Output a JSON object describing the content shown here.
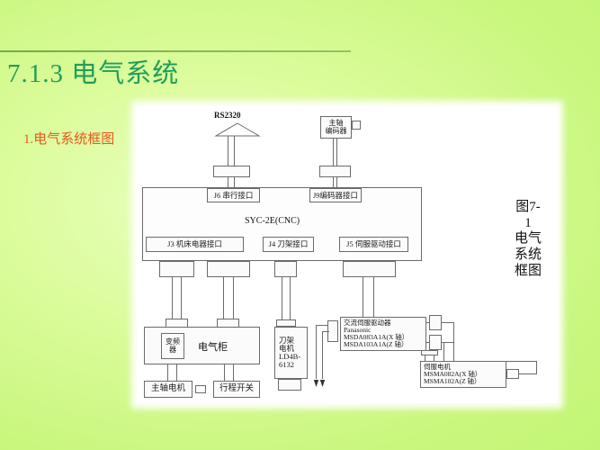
{
  "slide": {
    "title": "7.1.3 电气系统",
    "subtitle": "1.电气系统框图",
    "title_color": "#1f9e5a",
    "subtitle_color": "#e8581c",
    "background_color": "#c9f77f",
    "panel_color": "#ffffff"
  },
  "caption": {
    "line1": "图7-1",
    "line2": "电气",
    "line3": "系统",
    "line4": "框图"
  },
  "diagram": {
    "rs232_label": "RS2320",
    "encoder_box": "主轴\n编码器",
    "encoder_box_l1": "主轴",
    "encoder_box_l2": "编码器",
    "cnc_label": "SYC-2E(CNC)",
    "ports": {
      "j6": "J6 串行接口",
      "j9": "J9编码器接口",
      "j3": "J3 机床电器接口",
      "j4": "J4 刀架接口",
      "j5": "J5 伺服驱动接口"
    },
    "inverter": "变频\n器",
    "inverter_l1": "变频",
    "inverter_l2": "器",
    "cabinet": "电气柜",
    "spindle_motor": "主轴电机",
    "limit_switch": "行程开关",
    "turret_motor_l1": "刀架",
    "turret_motor_l2": "电机",
    "turret_motor_l3": "LD4B-",
    "turret_motor_l4": "6132",
    "servo_drive_l1": "交流伺服驱动器",
    "servo_drive_l2": "Panasonic",
    "servo_drive_l3": "MSDA083A1A(X 轴）",
    "servo_drive_l4": "MSDA103A1A(Z 轴）",
    "servo_motor_l1": "伺服电机",
    "servo_motor_l2": "MSMA082A(X 轴）",
    "servo_motor_l3": "MSMA102A(Z 轴）"
  }
}
